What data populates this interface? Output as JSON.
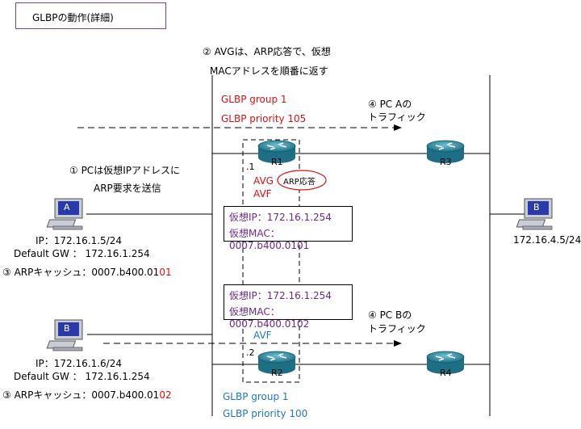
{
  "title": "GLBPの動作(詳細)",
  "step2": {
    "line1": "②  AVGは、ARP応答で、仮想",
    "line2": "MACアドレスを順番に返す"
  },
  "glbp1": {
    "group": "GLBP group 1",
    "priority": "GLBP priority 105"
  },
  "glbp2": {
    "group": "GLBP group 1",
    "priority": "GLBP priority 100"
  },
  "step4a": {
    "line1": "④  PC Aの",
    "line2": "トラフィック"
  },
  "step4b": {
    "line1": "④  PC Bの",
    "line2": "トラフィック"
  },
  "step1": {
    "line1": "①  PCは仮想IPアドレスに",
    "line2": "ARP要求を送信"
  },
  "routers": {
    "r1": "R1",
    "r2": "R2",
    "r3": "R3",
    "r4": "R4"
  },
  "r1_if": ".1",
  "r2_if": ".2",
  "r1_roles": {
    "avg": "AVG",
    "avf": "AVF"
  },
  "r2_role": "AVF",
  "arp_reply": "ARP応答",
  "vbox1": {
    "ip": "仮想IP：172.16.1.254",
    "mac": "仮想MAC：0007.b400.0101"
  },
  "vbox2": {
    "ip": "仮想IP：172.16.1.254",
    "mac": "仮想MAC：0007.b400.0102"
  },
  "pc_a": {
    "label": "A",
    "ip": "IP：172.16.1.5/24",
    "gw": "Default GW ： 172.16.1.254",
    "cache_prefix": "③  ARPキャッシュ：0007.b400.01",
    "cache_suffix": "01"
  },
  "pc_b": {
    "label": "B",
    "ip": "IP：172.16.1.6/24",
    "gw": "Default GW ： 172.16.1.254",
    "cache_prefix": "③  ARPキャッシュ：0007.b400.01",
    "cache_suffix": "02"
  },
  "pc_right": {
    "label": "B",
    "ip": "172.16.4.5/24"
  },
  "colors": {
    "red": "#e01010",
    "blue": "#1f78c8",
    "purple": "#6a2a92",
    "router": "#2a8aa0"
  }
}
